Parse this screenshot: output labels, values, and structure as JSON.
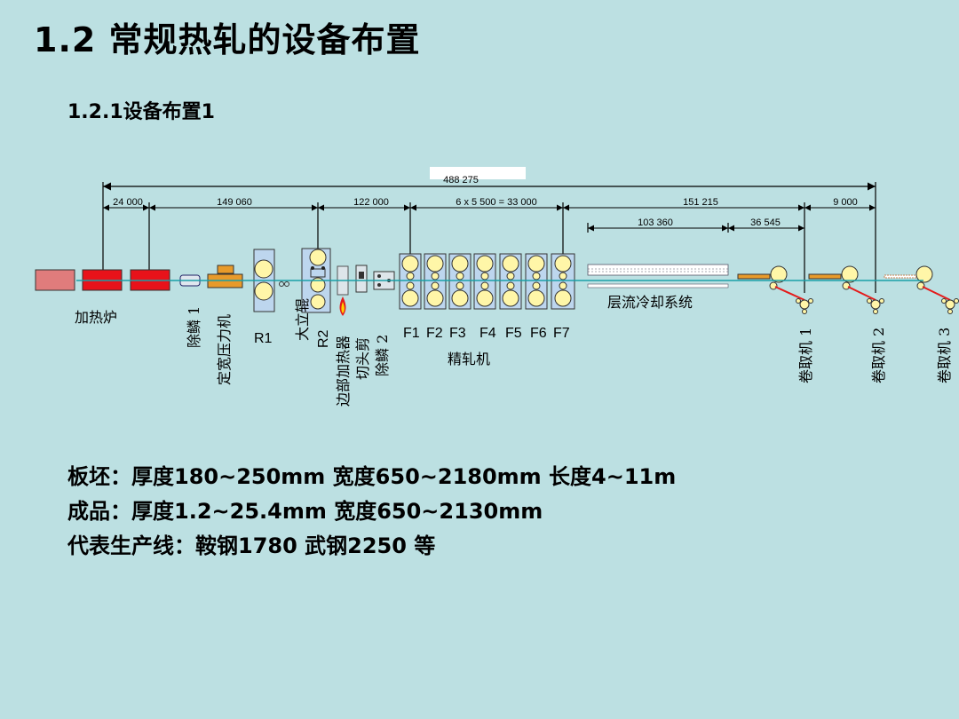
{
  "title": "1.2 常规热轧的设备布置",
  "subtitle": "1.2.1设备布置1",
  "dimensions": {
    "total": "488 275",
    "d1": "24 000",
    "d2": "149 060",
    "d3": "122 000",
    "d4": "6 x 5 500 = 33 000",
    "d5": "151 215",
    "d6": "9 000",
    "d7": "103 360",
    "d8": "36 545"
  },
  "labels": {
    "furnace": "加热炉",
    "descaler1": "除鳞 1",
    "sizing_press": "定宽压力机",
    "r1": "R1",
    "edger": "大立辊",
    "r2": "R2",
    "edge_heater": "边部加热器",
    "crop_shear": "切头剪",
    "descaler2": "除鳞 2",
    "stands": [
      "F1",
      "F2",
      "F3",
      "F4",
      "F5",
      "F6",
      "F7"
    ],
    "finishing_mill": "精轧机",
    "laminar_cooling": "层流冷却系统",
    "coiler1": "卷取机 1",
    "coiler2": "卷取机 2",
    "coiler3": "卷取机 3"
  },
  "specs": {
    "line1": "板坯：厚度180~250mm  宽度650~2180mm  长度4~11m",
    "line2": "成品：厚度1.2~25.4mm  宽度650~2130mm",
    "line3": "代表生产线：鞍钢1780   武钢2250  等"
  },
  "colors": {
    "background": "#bce0e2",
    "furnace_red": "#e8121a",
    "furnace_pink": "#e07c7c",
    "press_orange": "#e89a2a",
    "roll_yellow": "#fff6a8",
    "pass_line": "#19a0a8",
    "coiler_red": "#e41b1b"
  }
}
